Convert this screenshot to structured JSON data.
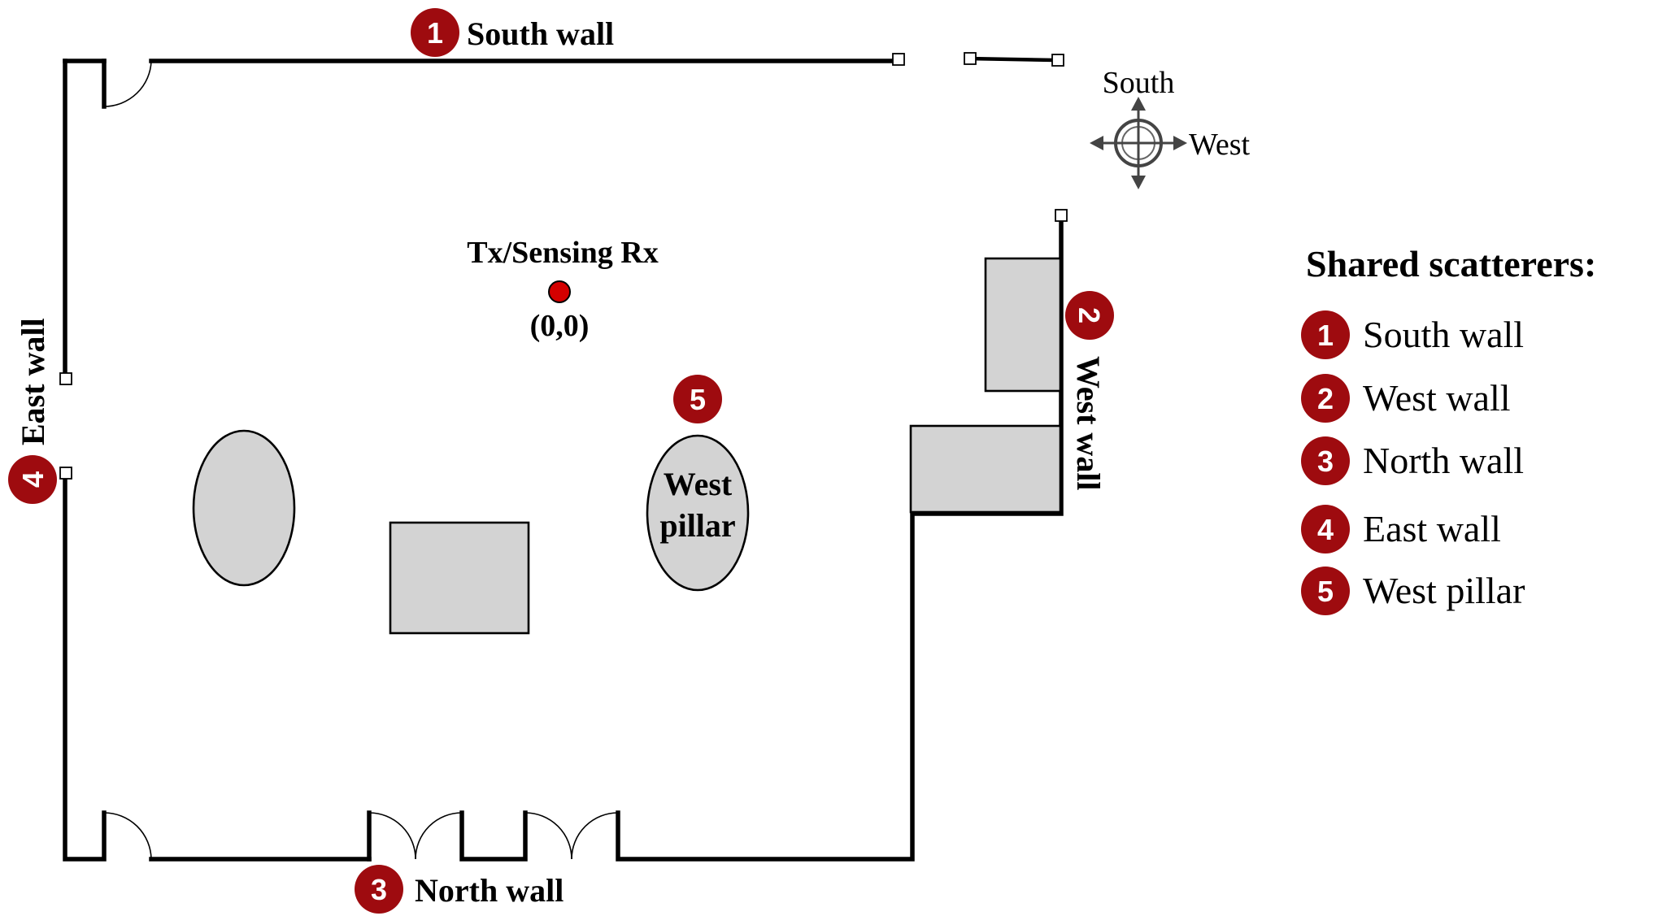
{
  "colors": {
    "marker": "#9e0b0f",
    "furniture": "#d3d3d3",
    "transmitter": "#d40000"
  },
  "labels": {
    "south_wall": "South wall",
    "north_wall": "North wall",
    "east_wall": "East wall",
    "west_wall": "West wall",
    "west_pillar_line1": "West",
    "west_pillar_line2": "pillar",
    "tx": "Tx/Sensing Rx",
    "origin": "(0,0)"
  },
  "compass": {
    "icon": "compass-icon",
    "north_up_label": "South",
    "right_label": "West"
  },
  "legend": {
    "title": "Shared scatterers:",
    "items": [
      {
        "number": "1",
        "label": "South wall"
      },
      {
        "number": "2",
        "label": "West wall"
      },
      {
        "number": "3",
        "label": "North wall"
      },
      {
        "number": "4",
        "label": "East wall"
      },
      {
        "number": "5",
        "label": "West pillar"
      }
    ]
  },
  "markers": {
    "south": "1",
    "west": "2",
    "north": "3",
    "east": "4",
    "pillar": "5"
  }
}
